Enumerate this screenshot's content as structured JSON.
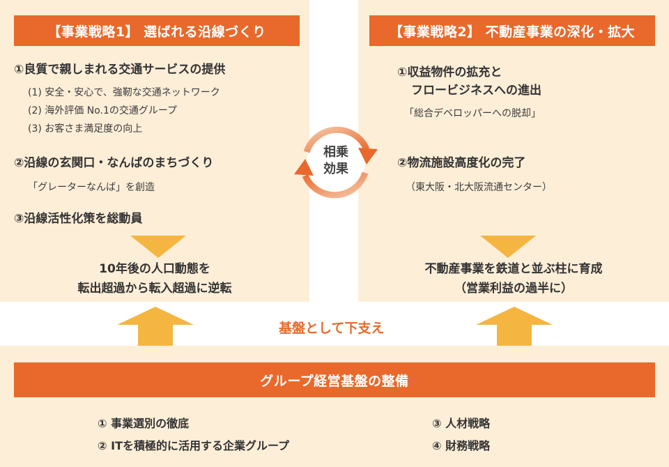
{
  "strategy1": {
    "header": "【事業戦略1】 選ばれる沿線づくり",
    "items": [
      {
        "title": "①良質で親しまれる交通サービスの提供",
        "subs": [
          "(1) 安全・安心で、強靭な交通ネットワーク",
          "(2) 海外評価 No.1の交通グループ",
          "(3) お客さま満足度の向上"
        ]
      },
      {
        "title": "②沿線の玄関口・なんばのまちづくり",
        "subs": [
          "「グレーターなんば」を創造"
        ]
      },
      {
        "title": "③沿線活性化策を総動員",
        "subs": []
      }
    ],
    "result_line1": "10年後の人口動態を",
    "result_line2": "転出超過から転入超過に逆転"
  },
  "strategy2": {
    "header": "【事業戦略2】 不動産事業の深化・拡大",
    "items": [
      {
        "title_line1": "①収益物件の拡充と",
        "title_line2": "フロービジネスへの進出",
        "subs": [
          "「総合デベロッパーへの脱却」"
        ]
      },
      {
        "title": "②物流施設高度化の完了",
        "subs": [
          "（東大阪・北大阪流通センター）"
        ]
      }
    ],
    "result_line1": "不動産事業を鉄道と並ぶ柱に育成",
    "result_line2": "（営業利益の過半に）"
  },
  "synergy": {
    "line1": "相乗",
    "line2": "効果"
  },
  "support_text": "基盤として下支え",
  "foundation": {
    "header": "グループ経営基盤の整備",
    "items": [
      "① 事業選別の徹底",
      "② ITを積極的に活用する企業グループ",
      "③ 人材戦略",
      "④ 財務戦略"
    ]
  },
  "colors": {
    "panel": "#fdeed8",
    "accent": "#e8692b",
    "arrow": "#f4b640"
  }
}
